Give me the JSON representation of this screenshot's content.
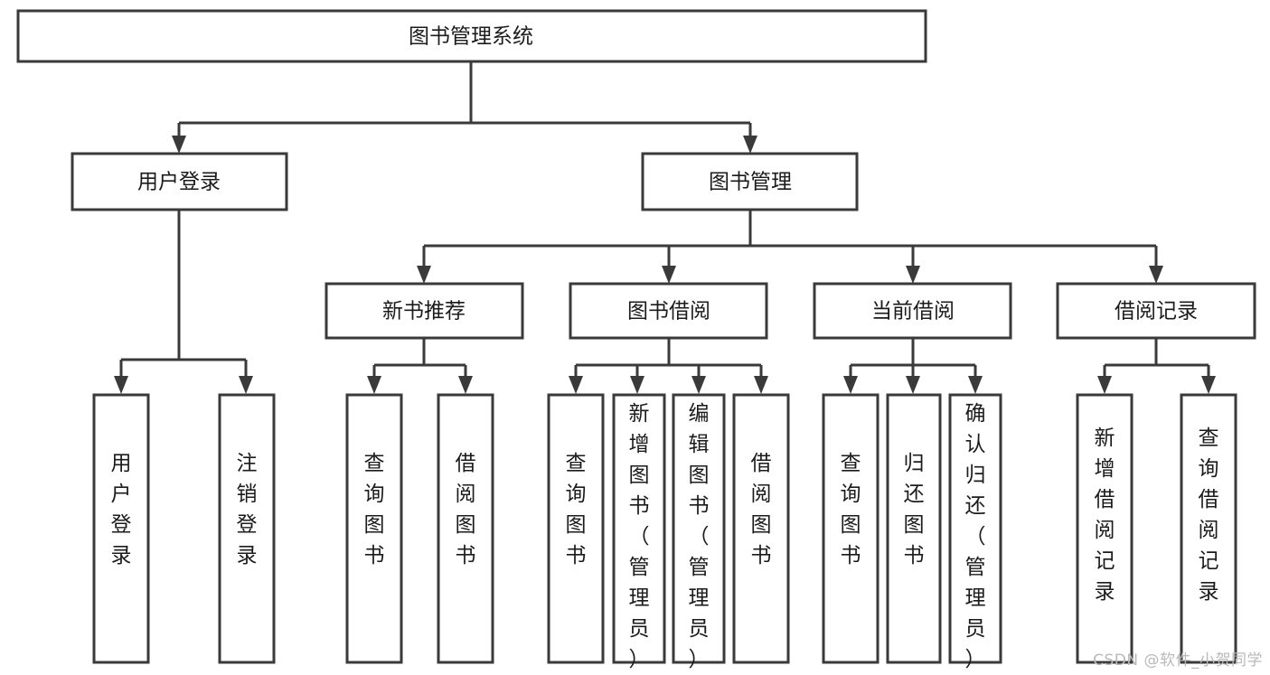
{
  "diagram": {
    "type": "tree-hierarchy-chart",
    "title": "图书管理系统",
    "orientation": "top-down",
    "colors": {
      "box_stroke": "#3a3a3a",
      "box_fill": "#ffffff",
      "connector": "#3a3a3a",
      "text": "#1b1b1b",
      "watermark": "#b9b9b9",
      "background": "#ffffff"
    },
    "levels": {
      "root_label": "图书管理系统",
      "level2": [
        {
          "id": "user-login",
          "label": "用户登录"
        },
        {
          "id": "book-management",
          "label": "图书管理"
        }
      ],
      "level3": [
        {
          "id": "new-book-recommend",
          "label": "新书推荐",
          "parent": "book-management"
        },
        {
          "id": "book-borrow",
          "label": "图书借阅",
          "parent": "book-management"
        },
        {
          "id": "current-borrow",
          "label": "当前借阅",
          "parent": "book-management"
        },
        {
          "id": "borrow-record",
          "label": "借阅记录",
          "parent": "book-management"
        }
      ],
      "leaves": [
        {
          "id": "leaf-user-login",
          "label": "用户登录",
          "parent": "user-login"
        },
        {
          "id": "leaf-logout-login",
          "label": "注销登录",
          "parent": "user-login"
        },
        {
          "id": "leaf-query-book-1",
          "label": "查询图书",
          "parent": "new-book-recommend"
        },
        {
          "id": "leaf-borrow-book-1",
          "label": "借阅图书",
          "parent": "new-book-recommend"
        },
        {
          "id": "leaf-query-book-2",
          "label": "查询图书",
          "parent": "book-borrow"
        },
        {
          "id": "leaf-add-book",
          "label": "新增图书（管理员）",
          "parent": "book-borrow"
        },
        {
          "id": "leaf-edit-book",
          "label": "编辑图书（管理员）",
          "parent": "book-borrow"
        },
        {
          "id": "leaf-borrow-book-2",
          "label": "借阅图书",
          "parent": "book-borrow"
        },
        {
          "id": "leaf-query-book-3",
          "label": "查询图书",
          "parent": "current-borrow"
        },
        {
          "id": "leaf-return-book",
          "label": "归还图书",
          "parent": "current-borrow"
        },
        {
          "id": "leaf-confirm-return",
          "label": "确认归还（管理员）",
          "parent": "current-borrow"
        },
        {
          "id": "leaf-add-record",
          "label": "新增借阅记录",
          "parent": "borrow-record"
        },
        {
          "id": "leaf-query-record",
          "label": "查询借阅记录",
          "parent": "borrow-record"
        }
      ]
    }
  },
  "watermark": {
    "text": "CSDN @软件_小贺同学"
  }
}
